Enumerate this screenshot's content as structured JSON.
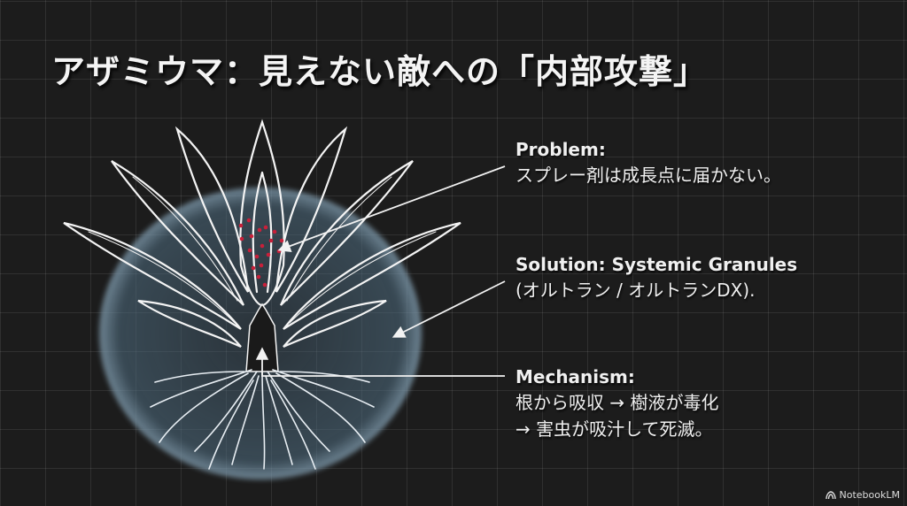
{
  "slide": {
    "title": "アザミウマ：見えない敵への「内部攻撃」",
    "colors": {
      "background": "#1c1c1c",
      "text": "#f2f2f2",
      "glow": "#a9c6da",
      "pest_dots": "#c8203a"
    }
  },
  "callouts": [
    {
      "heading": "Problem:",
      "lines": [
        "スプレー剤は成長点に届かない。"
      ]
    },
    {
      "heading": "Solution: Systemic Granules",
      "lines": [
        "(オルトラン / オルトランDX)."
      ]
    },
    {
      "heading": "Mechanism:",
      "lines": [
        "根から吸収 → 樹液が毒化",
        "→ 害虫が吸汁して死滅。"
      ]
    }
  ],
  "illustration": {
    "subject": "plant-with-roots-icon",
    "elements": [
      "thrips-red-dots",
      "glow-sphere",
      "sap-up-arrow"
    ]
  },
  "watermark": {
    "icon": "notebooklm-logo-icon",
    "label": "NotebookLM"
  }
}
